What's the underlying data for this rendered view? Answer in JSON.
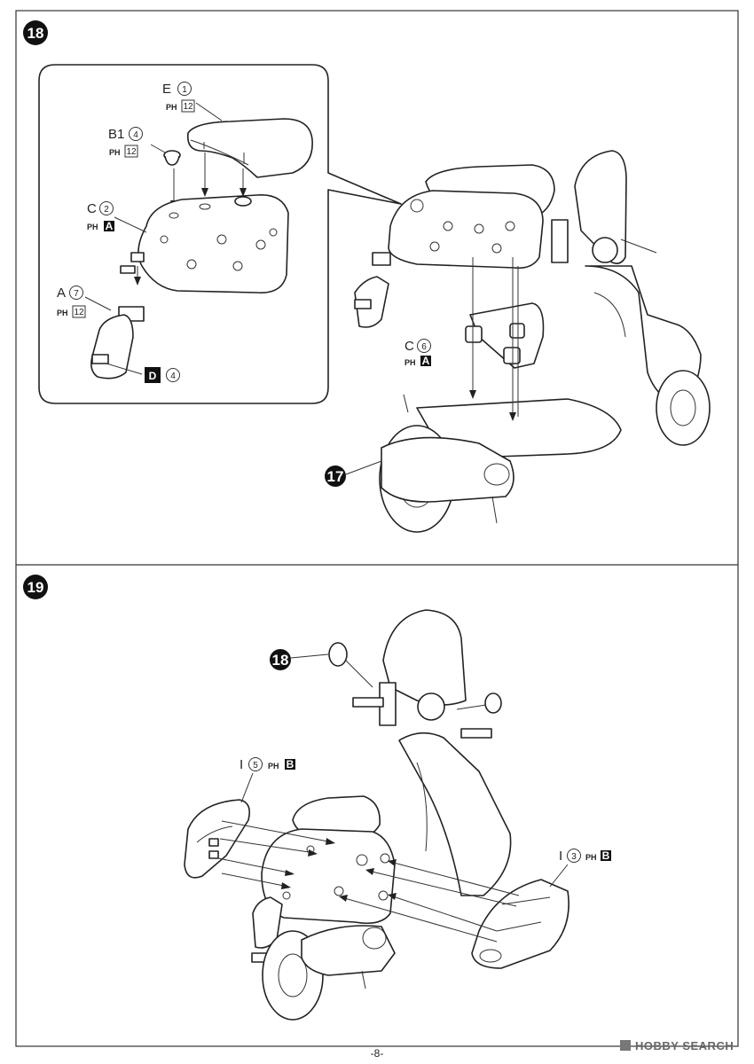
{
  "page_number": "-8-",
  "watermark": "HOBBY SEARCH",
  "step18": {
    "step_number": "18",
    "detail_parts": [
      {
        "letter": "E",
        "number": "1",
        "material": "PH",
        "runner": "12"
      },
      {
        "letter": "B1",
        "number": "4",
        "material": "PH",
        "runner": "12"
      },
      {
        "letter": "C",
        "number": "2",
        "material": "PH",
        "runner": "A"
      },
      {
        "letter": "A",
        "number": "7",
        "material": "PH",
        "runner": "12"
      }
    ],
    "decal": {
      "letter": "D",
      "number": "4"
    },
    "main_part": {
      "letter": "C",
      "number": "6",
      "material": "PH",
      "runner": "A"
    },
    "ref_step": "17"
  },
  "step19": {
    "step_number": "19",
    "ref_step": "18",
    "left_part": {
      "letter": "I",
      "number": "5",
      "material": "PH",
      "runner": "B"
    },
    "right_part": {
      "letter": "I",
      "number": "3",
      "material": "PH",
      "runner": "B"
    }
  }
}
